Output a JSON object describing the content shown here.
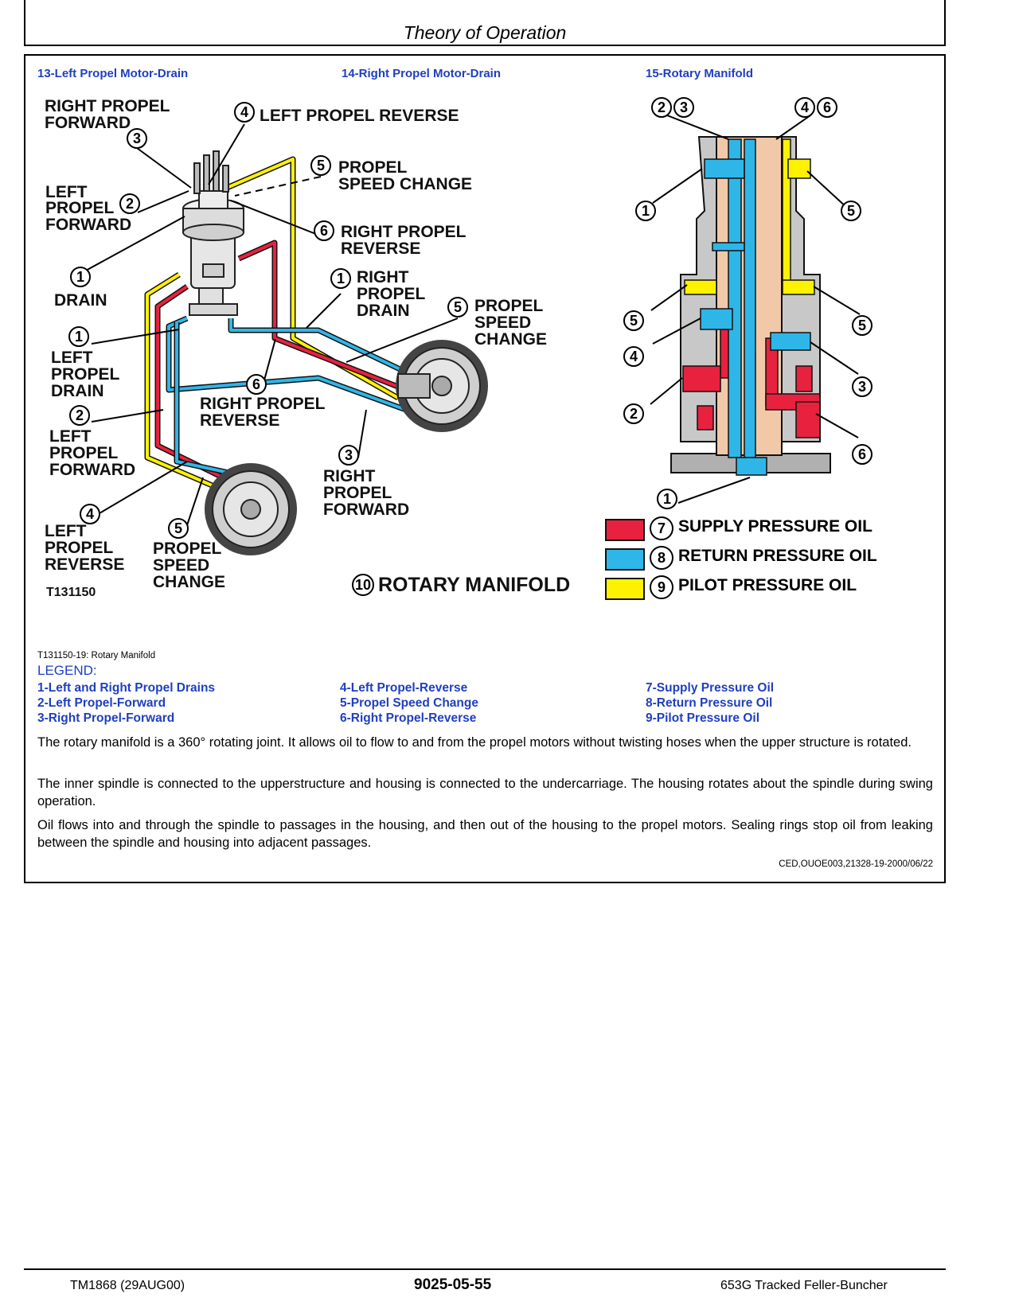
{
  "header": {
    "title": "Theory of Operation"
  },
  "figure": {
    "captions": [
      "13-Left Propel Motor-Drain",
      "14-Right Propel Motor-Drain",
      "15-Rotary Manifold"
    ],
    "callouts": {
      "right_propel_forward_top": [
        "RIGHT PROPEL",
        "FORWARD"
      ],
      "left_propel_reverse_top": "LEFT PROPEL REVERSE",
      "propel_speed_change_top": [
        "PROPEL",
        "SPEED CHANGE"
      ],
      "left_propel_forward_top": [
        "LEFT",
        "PROPEL",
        "FORWARD"
      ],
      "right_propel_reverse_top": [
        "RIGHT PROPEL",
        "REVERSE"
      ],
      "drain": "DRAIN",
      "right_propel_drain": [
        "RIGHT",
        "PROPEL",
        "DRAIN"
      ],
      "propel_speed_change_right": [
        "PROPEL",
        "SPEED",
        "CHANGE"
      ],
      "left_propel_drain": [
        "LEFT",
        "PROPEL",
        "DRAIN"
      ],
      "right_propel_reverse_mid": [
        "RIGHT PROPEL",
        "REVERSE"
      ],
      "left_propel_forward_mid": [
        "LEFT",
        "PROPEL",
        "FORWARD"
      ],
      "right_propel_forward_bottom": [
        "RIGHT",
        "PROPEL",
        "FORWARD"
      ],
      "left_propel_reverse_bottom": [
        "LEFT",
        "PROPEL",
        "REVERSE"
      ],
      "propel_speed_change_bottom": [
        "PROPEL",
        "SPEED",
        "CHANGE"
      ],
      "rotary_manifold": "ROTARY MANIFOLD",
      "figure_id": "T131150"
    },
    "color_key": [
      {
        "num": "7",
        "label": "SUPPLY PRESSURE OIL",
        "color": "#e8213f"
      },
      {
        "num": "8",
        "label": "RETURN PRESSURE OIL",
        "color": "#2fb6e8"
      },
      {
        "num": "9",
        "label": "PILOT PRESSURE OIL",
        "color": "#fff200"
      }
    ],
    "colors": {
      "supply": "#e8213f",
      "return": "#2fb6e8",
      "pilot": "#fff200",
      "body": "#f2c9a8",
      "housing": "#c8c8c8"
    },
    "figure_label": "T131150-19: Rotary Manifold"
  },
  "legend": {
    "title": "LEGEND:",
    "items": [
      "1-Left and Right Propel Drains",
      "2-Left Propel-Forward",
      "3-Right Propel-Forward",
      "4-Left Propel-Reverse",
      "5-Propel Speed Change",
      "6-Right Propel-Reverse",
      "7-Supply Pressure Oil",
      "8-Return Pressure Oil",
      "9-Pilot Pressure Oil"
    ]
  },
  "body": {
    "paragraphs": [
      "The rotary manifold is a 360° rotating joint. It allows oil to flow to and from the propel motors without twisting hoses when the upper structure is rotated.",
      "The inner spindle is connected to the upperstructure and housing is connected to the undercarriage. The housing rotates about the spindle during swing operation.",
      "Oil flows into and through the spindle to passages in the housing, and then out of the housing to the propel motors. Sealing rings stop oil from leaking between the spindle and housing into adjacent passages."
    ],
    "reference": "CED,OUOE003,21328-19-2000/06/22"
  },
  "footer": {
    "left": "TM1868 (29AUG00)",
    "center": "9025-05-55",
    "right": "653G Tracked Feller-Buncher"
  }
}
